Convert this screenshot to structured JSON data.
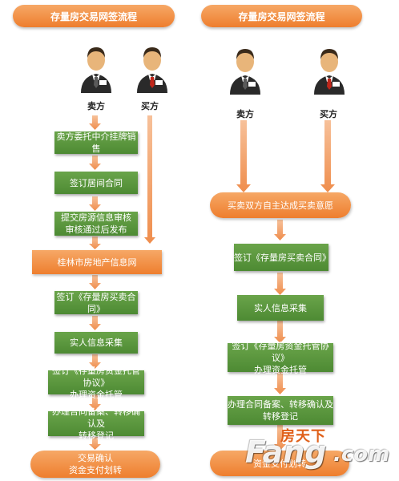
{
  "colors": {
    "orange": "#ee7e2e",
    "green": "#4d8a33",
    "arrow": "#f2a070"
  },
  "left": {
    "title": "存量房交易网签流程",
    "seller_label": "卖方",
    "buyer_label": "买方",
    "steps": [
      "卖方委托中介挂牌销售",
      "签订居间合同",
      [
        "提交房源信息审核",
        "审核通过后发布"
      ],
      "桂林市房地产信息网",
      "签订《存量房买卖合同》",
      "实人信息采集",
      [
        "签订《存量房资金托管协议》",
        "办理资金托管"
      ],
      [
        "办理合同备案、转移确认及",
        "转移登记"
      ],
      [
        "交易确认",
        "资金支付划转"
      ]
    ]
  },
  "right": {
    "title": "存量房交易网签流程",
    "seller_label": "卖方",
    "buyer_label": "买方",
    "steps": [
      "买卖双方自主达成买卖意愿",
      "签订《存量房买卖合同》",
      "实人信息采集",
      [
        "签订《存量房资金托管协议》",
        "办理资金托管"
      ],
      [
        "办理合同备案、转移确认及",
        "转移登记"
      ],
      "资金支付划转"
    ]
  },
  "watermark": {
    "text_cn": "房天下",
    "brand": "Fang",
    "domain": ".com"
  }
}
